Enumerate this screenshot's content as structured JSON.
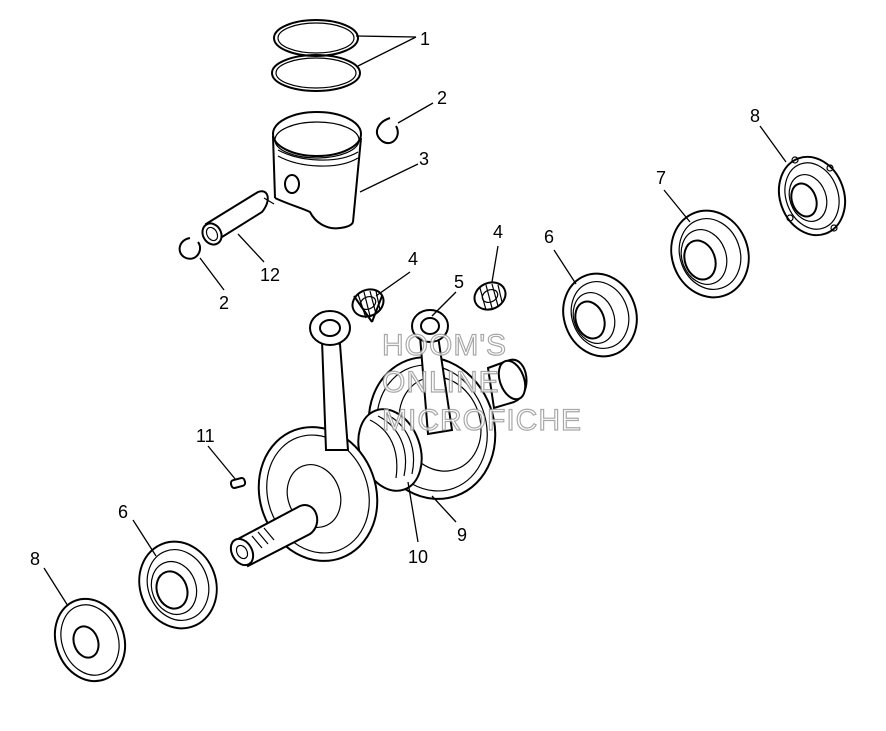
{
  "callouts": {
    "piston_rings": "1",
    "circlip_upper": "2",
    "piston": "3",
    "bearing_upper_right": "4",
    "bearing_upper_left": "4",
    "small_end_bearing": "5",
    "ball_bearing_right": "6",
    "seal_bearing_right": "7",
    "oil_seal_right": "8",
    "crank_half": "9",
    "crank_pin": "10",
    "key": "11",
    "wrist_pin": "12",
    "circlip_lower": "2",
    "ball_bearing_left": "6",
    "oil_seal_left": "8"
  },
  "watermark": {
    "line1": "HOOM'S",
    "line2": "ONLINE",
    "line3": "MICROFICHE"
  }
}
